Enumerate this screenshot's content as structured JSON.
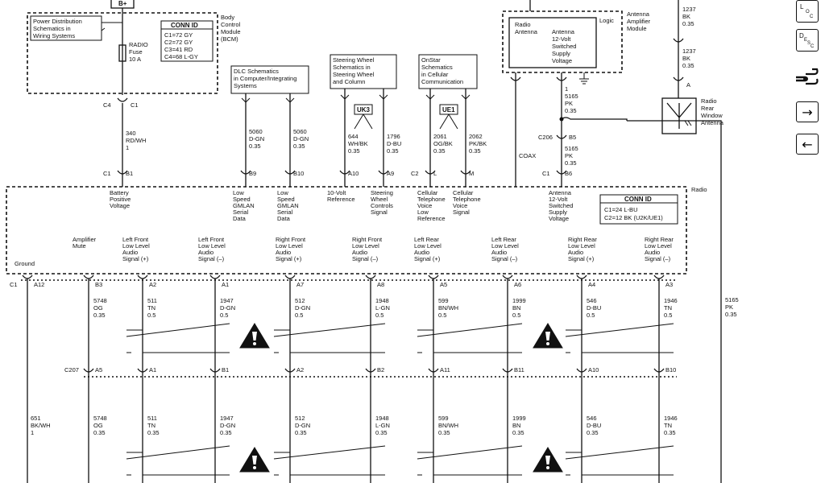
{
  "top": {
    "bplus": "B+",
    "pd_note": [
      "Power Distribution",
      "Schematics in",
      "Wiring Systems"
    ],
    "fuse": [
      "RADIO",
      "Fuse",
      "10 A"
    ],
    "conn_title": "CONN ID",
    "conn_lines": [
      "C1=72 GY",
      "C2=72 GY",
      "C3=41 RD",
      "C4=68 L-GY"
    ],
    "bcm": [
      "Body",
      "Control",
      "Module",
      "(BCM)"
    ],
    "c4": "C4",
    "c1": "C1",
    "wire340": [
      "340",
      "RD/WH",
      "1"
    ],
    "dlc": [
      "DLC Schematics",
      "in Computer/Integrating",
      "Systems"
    ],
    "w5060a": [
      "5060",
      "D-GN",
      "0.35"
    ],
    "w5060b": [
      "5060",
      "D-GN",
      "0.35"
    ],
    "sw": [
      "Steering Wheel",
      "Schematics in",
      "Steering Wheel",
      "and Column"
    ],
    "uk3": "UK3",
    "w644": [
      "644",
      "WH/BK",
      "0.35"
    ],
    "w1796": [
      "1796",
      "D-BU",
      "0.35"
    ],
    "onstar": [
      "OnStar",
      "Schematics",
      "in Cellular",
      "Communication"
    ],
    "ue1": "UE1",
    "w2061": [
      "2061",
      "OG/BK",
      "0.35"
    ],
    "w2062": [
      "2062",
      "PK/BK",
      "0.35"
    ],
    "ant": [
      "Radio",
      "Antenna"
    ],
    "ant12": [
      "Antenna",
      "12-Volt",
      "Switched",
      "Supply",
      "Voltage"
    ],
    "logic": "Logic",
    "aam": [
      "Antenna",
      "Amplifier",
      "Module"
    ],
    "w5165a": [
      "1",
      "5165",
      "PK",
      "0.35"
    ],
    "c206": "C206",
    "b5": "B5",
    "w5165b": [
      "5165",
      "PK",
      "0.35"
    ],
    "coax": "COAX",
    "w1237a": [
      "1237",
      "BK",
      "0.35"
    ],
    "w1237b": [
      "1237",
      "BK",
      "0.35"
    ],
    "pin_a": "A",
    "rra": [
      "Radio",
      "Rear",
      "Window",
      "Antenna"
    ],
    "w5165c": [
      "5165",
      "PK",
      "0.35"
    ]
  },
  "radio": {
    "label": "Radio",
    "conn_title": "CONN ID",
    "conn_lines": [
      "C1=24 L-BU",
      "C2=12 BK (U2K/UE1)"
    ],
    "top_pins": [
      {
        "conn": "C1",
        "pin": "B1",
        "label": [
          "Battery",
          "Positive",
          "Voltage"
        ]
      },
      {
        "conn": "",
        "pin": "B9",
        "label": [
          "Low",
          "Speed",
          "GMLAN",
          "Serial",
          "Data"
        ]
      },
      {
        "conn": "",
        "pin": "B10",
        "label": [
          "Low",
          "Speed",
          "GMLAN",
          "Serial",
          "Data"
        ]
      },
      {
        "conn": "",
        "pin": "A10",
        "label": [
          "10-Volt",
          "Reference"
        ]
      },
      {
        "conn": "",
        "pin": "A9",
        "label": [
          "Steering",
          "Wheel",
          "Controls",
          "Signal"
        ]
      },
      {
        "conn": "C2",
        "pin": "L",
        "label": [
          "Cellular",
          "Telephone",
          "Voice",
          "Low",
          "Reference"
        ]
      },
      {
        "conn": "",
        "pin": "M",
        "label": [
          "Cellular",
          "Telephone",
          "Voice",
          "Signal"
        ]
      },
      {
        "conn": "C1",
        "pin": "B6",
        "label": [
          "Antenna",
          "12-Volt",
          "Switched",
          "Supply",
          "Voltage"
        ]
      }
    ],
    "bottom_labels": [
      [
        "Ground"
      ],
      [
        "Amplifier",
        "Mute"
      ],
      [
        "Left Front",
        "Low Level",
        "Audio",
        "Signal (+)"
      ],
      [
        "Left Front",
        "Low Level",
        "Audio",
        "Signal (–)"
      ],
      [
        "Right Front",
        "Low Level",
        "Audio",
        "Signal (+)"
      ],
      [
        "Right Front",
        "Low Level",
        "Audio",
        "Signal (–)"
      ],
      [
        "Left Rear",
        "Low Level",
        "Audio",
        "Signal (+)"
      ],
      [
        "Left Rear",
        "Low Level",
        "Audio",
        "Signal (–)"
      ],
      [
        "Right Rear",
        "Low Level",
        "Audio",
        "Signal (+)"
      ],
      [
        "Right Rear",
        "Low Level",
        "Audio",
        "Signal (–)"
      ]
    ],
    "bottom_conn": "C1",
    "bottom_pins": [
      "A12",
      "B3",
      "A2",
      "A1",
      "A7",
      "A8",
      "A5",
      "A6",
      "A4",
      "A3"
    ],
    "wires_upper": [
      [
        "5748",
        "OG",
        "0.35"
      ],
      [
        "511",
        "TN",
        "0.5"
      ],
      [
        "1947",
        "D-GN",
        "0.5"
      ],
      [
        "512",
        "D-GN",
        "0.5"
      ],
      [
        "1948",
        "L-GN",
        "0.5"
      ],
      [
        "599",
        "BN/WH",
        "0.5"
      ],
      [
        "1999",
        "BN",
        "0.5"
      ],
      [
        "546",
        "D-BU",
        "0.5"
      ],
      [
        "1946",
        "TN",
        "0.5"
      ]
    ],
    "c207": "C207",
    "c207_pins": [
      "A5",
      "A1",
      "B1",
      "A2",
      "B2",
      "A11",
      "B11",
      "A10",
      "B10"
    ],
    "ground_wire": [
      "651",
      "BK/WH",
      "1"
    ],
    "wires_lower": [
      [
        "5748",
        "OG",
        "0.35"
      ],
      [
        "511",
        "TN",
        "0.35"
      ],
      [
        "1947",
        "D-GN",
        "0.35"
      ],
      [
        "512",
        "D-GN",
        "0.35"
      ],
      [
        "1948",
        "L-GN",
        "0.35"
      ],
      [
        "599",
        "BN/WH",
        "0.35"
      ],
      [
        "1999",
        "BN",
        "0.35"
      ],
      [
        "546",
        "D-BU",
        "0.35"
      ],
      [
        "1946",
        "TN",
        "0.35"
      ]
    ],
    "warning_icon_count": 4
  },
  "side": {
    "loc_top": "L",
    "loc_o": "O",
    "loc_c": "C",
    "desc_d": "D",
    "desc_e": "E",
    "desc_s": "S",
    "desc_c": "C",
    "harness_icon": "harness-icon",
    "next_icon": "arrow-right-icon",
    "prev_icon": "arrow-left-icon",
    "next_glyph": "→",
    "prev_glyph": "←"
  }
}
